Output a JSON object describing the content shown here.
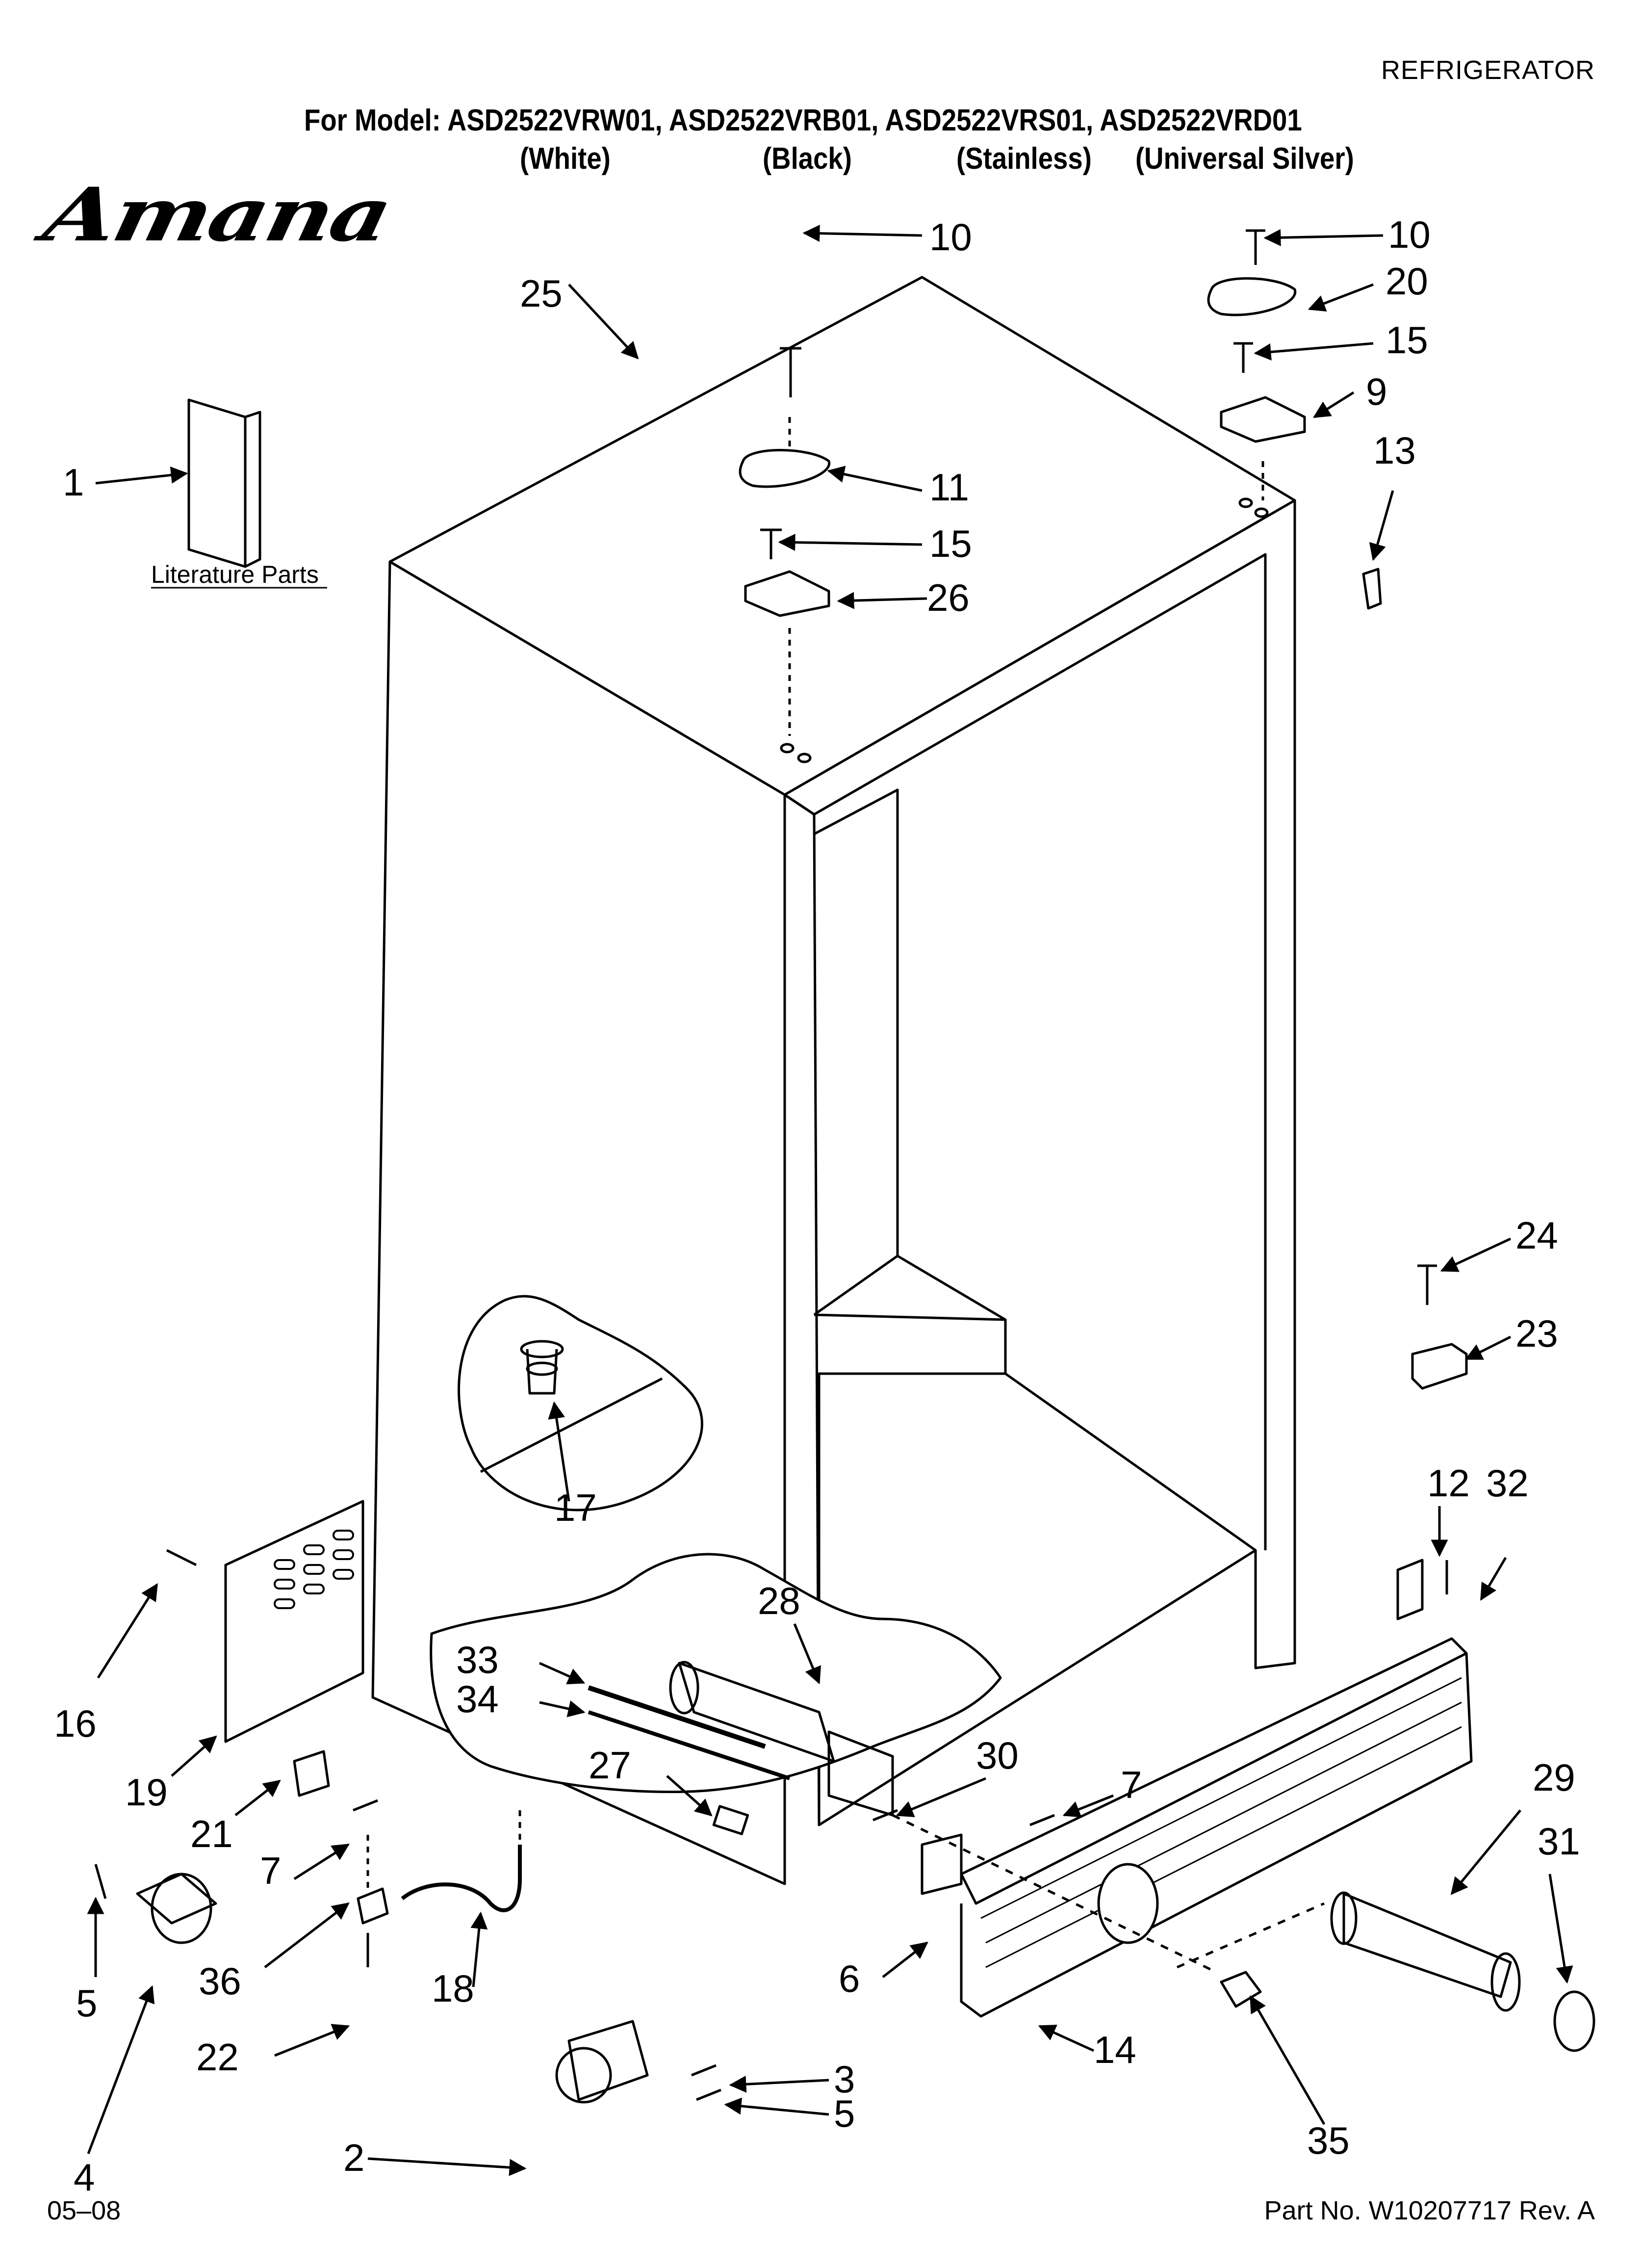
{
  "header": {
    "document_type": "REFRIGERATOR",
    "model_line": "For Model: ASD2522VRW01, ASD2522VRB01, ASD2522VRS01, ASD2522VRD01",
    "variants": [
      "(White)",
      "(Black)",
      "(Stainless)",
      "(Universal Silver)"
    ],
    "brand": "Amana"
  },
  "labels": {
    "literature": "Literature Parts"
  },
  "callouts": [
    "1",
    "2",
    "3",
    "4",
    "5",
    "5",
    "6",
    "7",
    "7",
    "9",
    "10",
    "10",
    "11",
    "12",
    "13",
    "14",
    "15",
    "15",
    "16",
    "17",
    "18",
    "19",
    "20",
    "21",
    "22",
    "23",
    "24",
    "25",
    "26",
    "27",
    "28",
    "29",
    "30",
    "31",
    "32",
    "33",
    "34",
    "35",
    "36"
  ],
  "footer": {
    "date": "05–08",
    "part_number": "Part No. W10207717 Rev. A"
  }
}
